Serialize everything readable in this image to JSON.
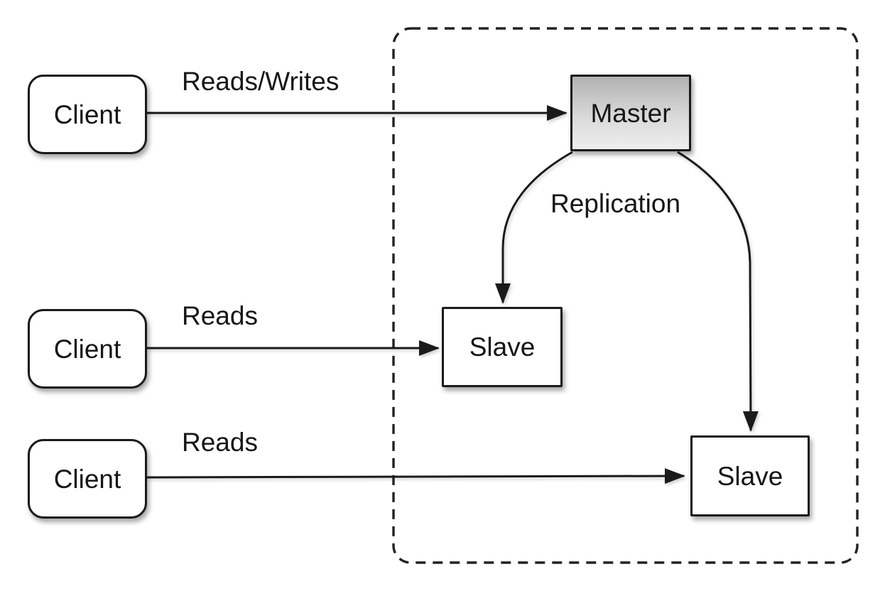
{
  "diagram": {
    "nodes": {
      "clients": [
        {
          "label": "Client"
        },
        {
          "label": "Client"
        },
        {
          "label": "Client"
        }
      ],
      "master": {
        "label": "Master"
      },
      "slaves": [
        {
          "label": "Slave"
        },
        {
          "label": "Slave"
        }
      ]
    },
    "edges": [
      {
        "from": "client-1",
        "to": "master",
        "label": "Reads/Writes"
      },
      {
        "from": "client-2",
        "to": "slave-1",
        "label": "Reads"
      },
      {
        "from": "client-3",
        "to": "slave-2",
        "label": "Reads"
      },
      {
        "from": "master",
        "to": "slave-1",
        "label": "Replication"
      },
      {
        "from": "master",
        "to": "slave-2",
        "label": ""
      }
    ],
    "colors": {
      "background": "#ffffff",
      "stroke": "#1a1a1a",
      "node_fill": "#ffffff",
      "master_gradient_top": "#b2b2b2",
      "master_gradient_bottom": "#eeeeee"
    }
  }
}
